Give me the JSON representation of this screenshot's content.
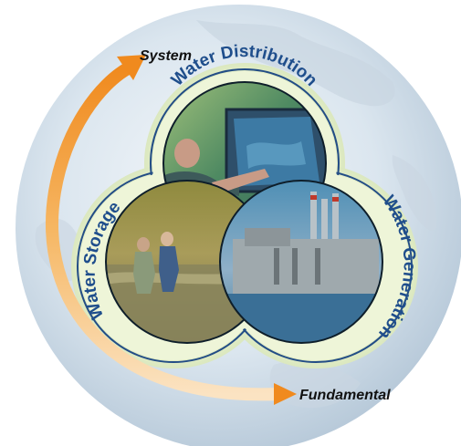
{
  "diagram": {
    "axis_top": "System",
    "axis_bottom": "Fundamental",
    "circles": [
      {
        "label": "Water Distribution",
        "photo": "man pointing at a weather map on a monitor"
      },
      {
        "label": "Water Storage",
        "photo": "two people wading in a river"
      },
      {
        "label": "Water Generation",
        "photo": "industrial plant with smokestacks by the water"
      }
    ]
  },
  "colors": {
    "label_text": "#1f4e8c",
    "outline": "#234d86",
    "arrow": "#f29a30",
    "globe_bg": "#d5e2ee",
    "halo": "#e8f1d0"
  }
}
